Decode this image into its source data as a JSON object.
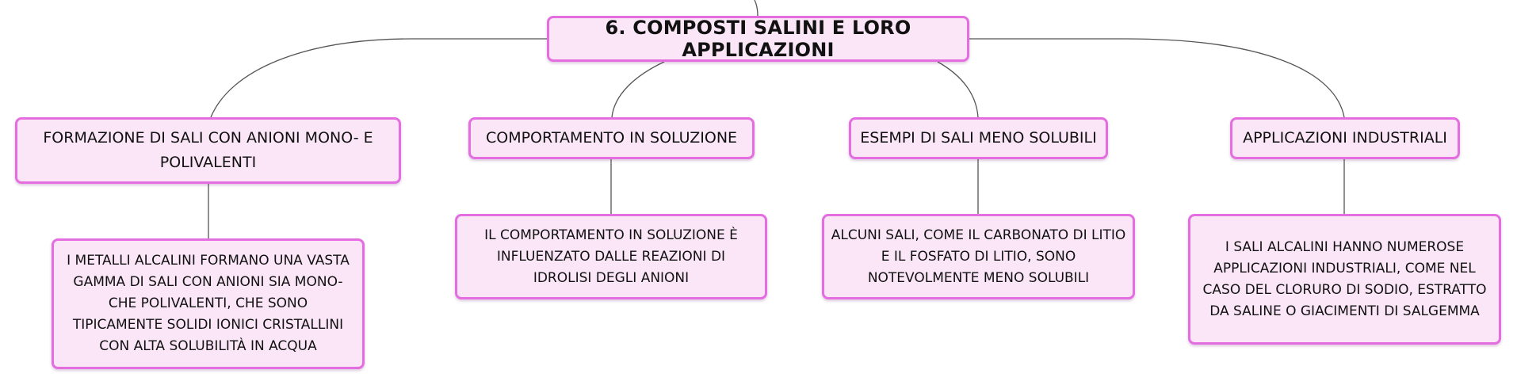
{
  "root": {
    "label": "6. COMPOSTI SALINI E LORO APPLICAZIONI"
  },
  "branches": [
    {
      "topic": "FORMAZIONE DI SALI CON ANIONI MONO- E POLIVALENTI",
      "detail": "I METALLI ALCALINI FORMANO UNA VASTA GAMMA DI SALI CON ANIONI SIA MONO- CHE POLIVALENTI, CHE SONO TIPICAMENTE SOLIDI IONICI CRISTALLINI CON ALTA SOLUBILITÀ IN ACQUA"
    },
    {
      "topic": "COMPORTAMENTO IN SOLUZIONE",
      "detail": "IL COMPORTAMENTO IN SOLUZIONE È INFLUENZATO DALLE REAZIONI DI IDROLISI DEGLI ANIONI"
    },
    {
      "topic": "ESEMPI DI SALI MENO SOLUBILI",
      "detail": "ALCUNI SALI, COME IL CARBONATO DI LITIO E IL FOSFATO DI LITIO, SONO NOTEVOLMENTE MENO SOLUBILI"
    },
    {
      "topic": "APPLICAZIONI INDUSTRIALI",
      "detail": "I SALI ALCALINI HANNO NUMEROSE APPLICAZIONI INDUSTRIALI, COME NEL CASO DEL CLORURO DI SODIO, ESTRATTO DA SALINE O GIACIMENTI DI SALGEMMA"
    }
  ],
  "colors": {
    "node_fill": "#fbe6f8",
    "node_border": "#e46ee0",
    "connector": "#555555"
  }
}
